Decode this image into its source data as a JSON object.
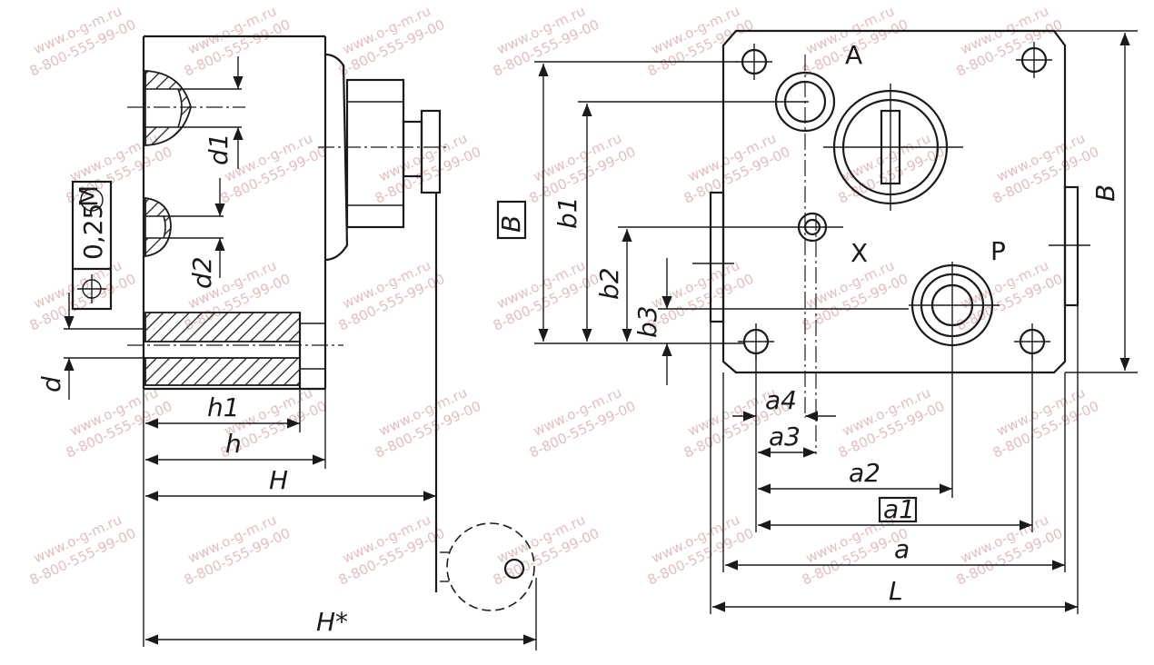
{
  "watermark": {
    "site": "www.o-g-m.ru",
    "phone": "8-800-555-99-00",
    "color": "#d9a8a8"
  },
  "labels": {
    "d1": "d1",
    "d2": "d2",
    "d": "d",
    "h1": "h1",
    "h": "h",
    "H": "H",
    "H_star": "H*",
    "tolerance_value": "0,25",
    "tolerance_modifier": "M",
    "port_A": "A",
    "port_X": "X",
    "port_P": "P",
    "datum_B": "B",
    "b1": "b1",
    "b2": "b2",
    "b3": "b3",
    "B": "B",
    "a4": "a4",
    "a3": "a3",
    "a2": "a2",
    "a1": "a1",
    "a": "a",
    "L": "L"
  },
  "colors": {
    "line": "#1a1a1a",
    "background": "#ffffff"
  }
}
